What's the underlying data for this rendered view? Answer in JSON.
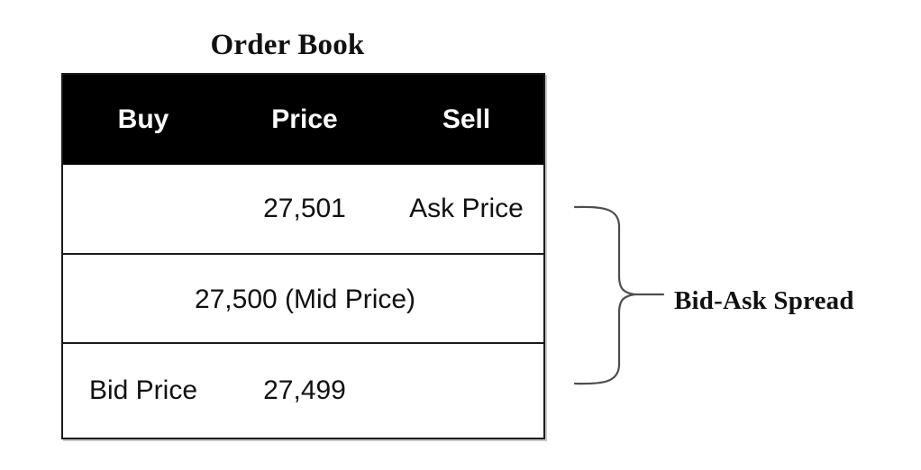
{
  "page": {
    "title": "Order Book",
    "background": "#ffffff"
  },
  "colors": {
    "header_background": "#000000",
    "header_text": "#ffffff",
    "ask_red": "#e8242a",
    "bid_green": "#1aa45a",
    "body_text": "#111111",
    "border": "#1a1a1a",
    "brace_stroke": "#4d4d4d"
  },
  "table": {
    "columns": [
      "Buy",
      "Price",
      "Sell"
    ],
    "rows": [
      {
        "type": "ask",
        "buy": "",
        "price": "27,501",
        "sell": "Ask Price",
        "sell_color": "#e8242a"
      },
      {
        "type": "mid",
        "spanned_text": "27,500 (Mid Price)"
      },
      {
        "type": "bid",
        "buy": "Bid Price",
        "buy_color": "#1aa45a",
        "price": "27,499",
        "sell": ""
      }
    ]
  },
  "annotation": {
    "label": "Bid-Ask Spread",
    "brace": "right-pointing-curly-brace"
  }
}
